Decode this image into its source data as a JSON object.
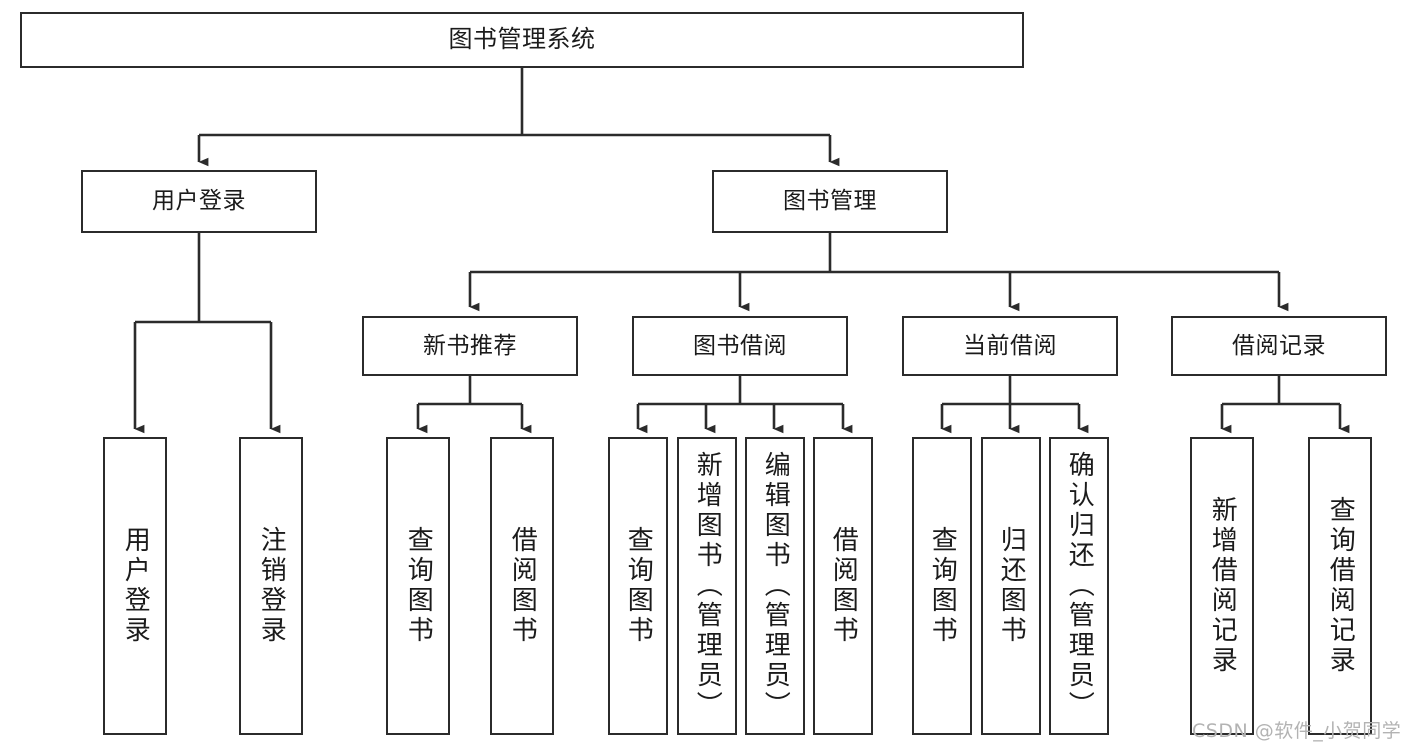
{
  "diagram": {
    "title": "图书管理系统",
    "type": "hierarchy-tree",
    "watermark": "CSDN @软件_小贺同学",
    "colors": {
      "stroke": "#2b2b2b",
      "fill": "#ffffff",
      "text": "#1b1b1b",
      "watermark": "#b3b3b3"
    },
    "levels": [
      {
        "level": 1,
        "nodes": [
          {
            "id": "root",
            "label": "图书管理系统",
            "orientation": "horizontal"
          }
        ]
      },
      {
        "level": 2,
        "nodes": [
          {
            "id": "user-login",
            "label": "用户登录",
            "orientation": "horizontal",
            "parent": "root"
          },
          {
            "id": "book-manage",
            "label": "图书管理",
            "orientation": "horizontal",
            "parent": "root"
          }
        ]
      },
      {
        "level": 3,
        "nodes": [
          {
            "id": "new-book-rec",
            "label": "新书推荐",
            "orientation": "horizontal",
            "parent": "book-manage"
          },
          {
            "id": "book-borrow",
            "label": "图书借阅",
            "orientation": "horizontal",
            "parent": "book-manage"
          },
          {
            "id": "current-borrow",
            "label": "当前借阅",
            "orientation": "horizontal",
            "parent": "book-manage"
          },
          {
            "id": "borrow-record",
            "label": "借阅记录",
            "orientation": "horizontal",
            "parent": "book-manage"
          }
        ]
      },
      {
        "level": 4,
        "nodes": [
          {
            "id": "leaf-user-login",
            "label": "用户登录",
            "orientation": "vertical",
            "parent": "user-login"
          },
          {
            "id": "leaf-logout",
            "label": "注销登录",
            "orientation": "vertical",
            "parent": "user-login"
          },
          {
            "id": "leaf-query-book-1",
            "label": "查询图书",
            "orientation": "vertical",
            "parent": "new-book-rec"
          },
          {
            "id": "leaf-borrow-book-1",
            "label": "借阅图书",
            "orientation": "vertical",
            "parent": "new-book-rec"
          },
          {
            "id": "leaf-query-book-2",
            "label": "查询图书",
            "orientation": "vertical",
            "parent": "book-borrow"
          },
          {
            "id": "leaf-add-book",
            "label": "新增图书（管理员）",
            "orientation": "vertical",
            "parent": "book-borrow"
          },
          {
            "id": "leaf-edit-book",
            "label": "编辑图书（管理员）",
            "orientation": "vertical",
            "parent": "book-borrow"
          },
          {
            "id": "leaf-borrow-book-2",
            "label": "借阅图书",
            "orientation": "vertical",
            "parent": "book-borrow"
          },
          {
            "id": "leaf-query-book-3",
            "label": "查询图书",
            "orientation": "vertical",
            "parent": "current-borrow"
          },
          {
            "id": "leaf-return-book",
            "label": "归还图书",
            "orientation": "vertical",
            "parent": "current-borrow"
          },
          {
            "id": "leaf-confirm-return",
            "label": "确认归还（管理员）",
            "orientation": "vertical",
            "parent": "current-borrow"
          },
          {
            "id": "leaf-add-record",
            "label": "新增借阅记录",
            "orientation": "vertical",
            "parent": "borrow-record"
          },
          {
            "id": "leaf-query-record",
            "label": "查询借阅记录",
            "orientation": "vertical",
            "parent": "borrow-record"
          }
        ]
      }
    ]
  }
}
